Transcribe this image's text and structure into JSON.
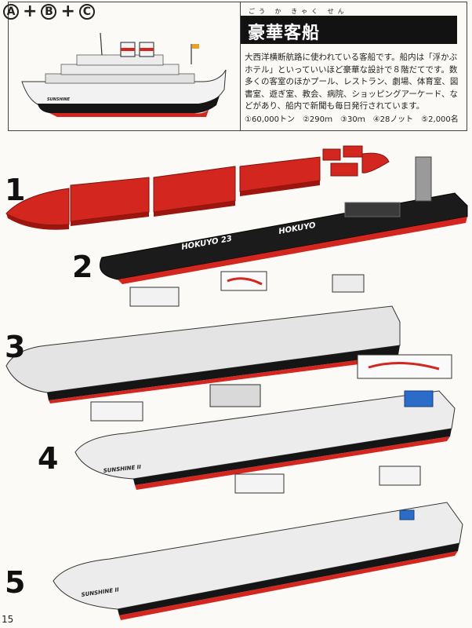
{
  "formula": {
    "parts": [
      "A",
      "B",
      "C"
    ],
    "operator": "+"
  },
  "header": {
    "title": "豪華客船",
    "title_ruby": "ごう か きゃく せん",
    "description": "大西洋横断航路に使われている客船です。船内は「浮かぶホテル」といっていいほど豪華な設計で８階だてです。数多くの客室のほかプール、レストラン、劇場、体育室、図書室、遊ぎ室、教会、病院、ショッピングアーケード、などがあり、船内で新聞も毎日発行されています。",
    "specs": "①60,000トン　②290ｍ　③30ｍ　④28ノット　⑤2,000名",
    "flag_color": "#e8a126"
  },
  "ship_labels": {
    "hull_name_a": "HOKUYO 23",
    "hull_name_b": "HOKUYO",
    "hull_name_c": "SUNSHINE II",
    "thumb_name": "SUNSHINE"
  },
  "steps": [
    {
      "number": "1"
    },
    {
      "number": "2"
    },
    {
      "number": "3"
    },
    {
      "number": "4"
    },
    {
      "number": "5"
    }
  ],
  "colors": {
    "red": "#d2261e",
    "black": "#151515",
    "white_brick": "#ececec",
    "grey_brick": "#c9c9c9",
    "blue": "#2a6cc8"
  },
  "page_number": "15"
}
